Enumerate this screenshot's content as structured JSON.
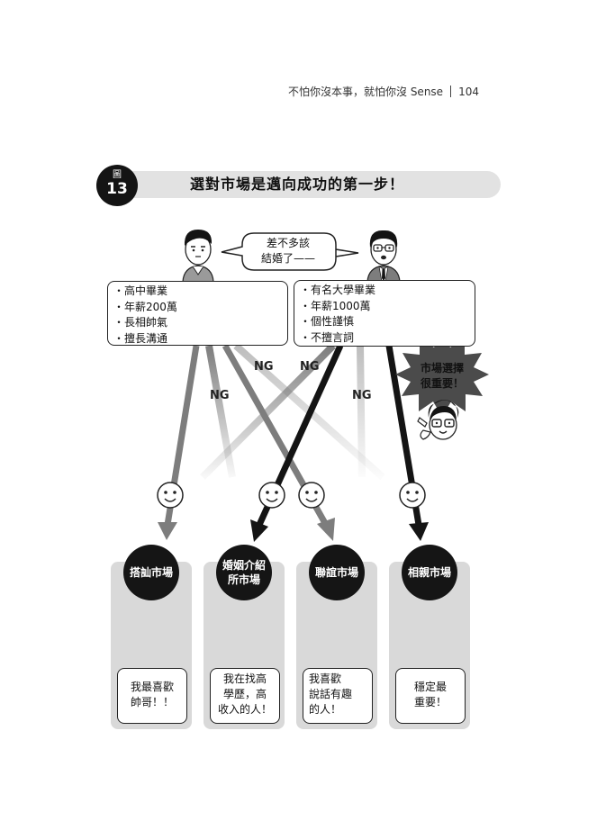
{
  "header": {
    "book_title": "不怕你沒本事，就怕你沒 Sense",
    "page_number": "104"
  },
  "figure": {
    "label": "圖",
    "number": "13",
    "title": "選對市場是邁向成功的第一步！"
  },
  "speech_bubble": {
    "line1": "差不多該",
    "line2": "結婚了——"
  },
  "left_man": {
    "traits": [
      "・高中畢業",
      "・年薪200萬",
      "・長相帥氣",
      "・擅長溝通"
    ]
  },
  "right_man": {
    "traits": [
      "・有名大學畢業",
      "・年薪1000萬",
      "・個性謹慎",
      "・不擅言詞"
    ]
  },
  "callout": {
    "line1": "市場選擇",
    "line2": "很重要！"
  },
  "ng_labels": [
    "NG",
    "NG",
    "NG",
    "NG"
  ],
  "markets": [
    {
      "name_lines": [
        "搭訕市場"
      ],
      "quote_lines": [
        "我最喜歡",
        "帥哥！！"
      ]
    },
    {
      "name_lines": [
        "婚姻介紹",
        "所市場"
      ],
      "quote_lines": [
        "我在找高",
        "學歷，高",
        "收入的人！"
      ]
    },
    {
      "name_lines": [
        "聯誼市場"
      ],
      "quote_lines": [
        "我喜歡",
        "說話有趣",
        "的人！"
      ]
    },
    {
      "name_lines": [
        "相親市場"
      ],
      "quote_lines": [
        "穩定最",
        "重要！"
      ]
    }
  ],
  "colors": {
    "dark": "#141414",
    "gray_arrow": "#7d7d7d",
    "light_arrow": "#c8c8c8",
    "pill": "#e2e2e2",
    "column": "#d9d9d9"
  }
}
